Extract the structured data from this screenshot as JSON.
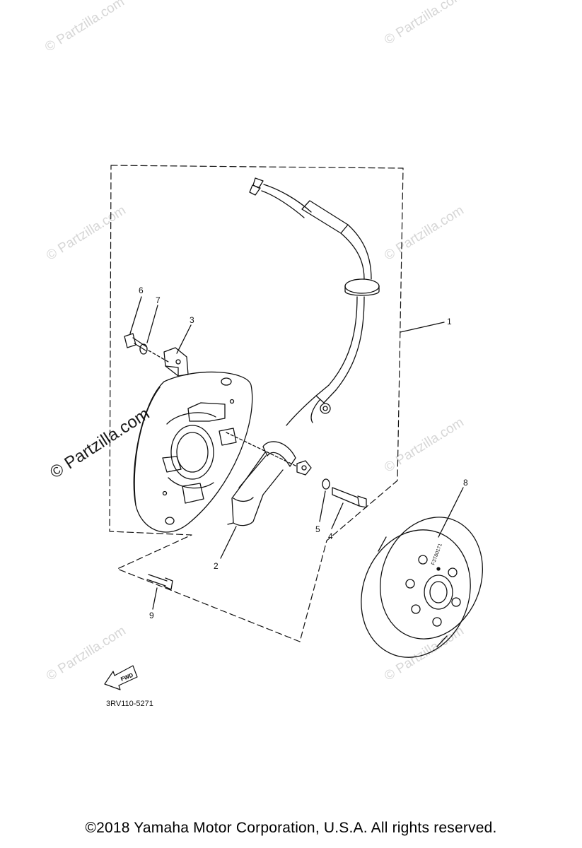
{
  "watermarks": {
    "text": "© Partzilla.com",
    "accent_text": "© Partzilla.com"
  },
  "callouts": [
    "1",
    "2",
    "3",
    "4",
    "5",
    "6",
    "7",
    "8",
    "9"
  ],
  "fwd_label": "FWD",
  "flywheel_marking": "F3T80171",
  "diagram_code": "3RV110-5271",
  "copyright": "©2018  Yamaha Motor Corporation, U.S.A. All rights reserved.",
  "colors": {
    "line": "#111111",
    "watermark": "#d6d6d6"
  }
}
